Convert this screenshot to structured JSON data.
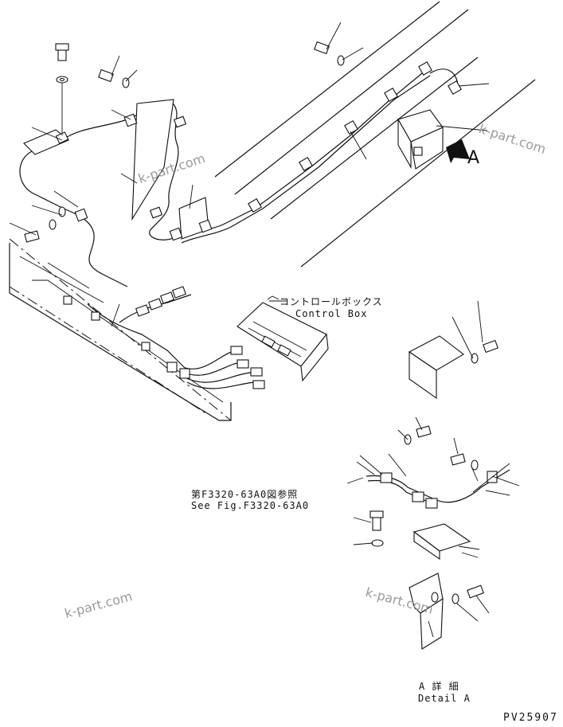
{
  "labels": {
    "control_box_jp": "コントロールボックス",
    "control_box_en": "Control Box",
    "see_fig_jp": "第F3320-63A0図参照",
    "see_fig_en": "See Fig.F3320-63A0",
    "detail_callout": "A",
    "detail_jp": "A 詳 細",
    "detail_en": "Detail A"
  },
  "watermark": "k-part.com",
  "part_number": "PV25907"
}
